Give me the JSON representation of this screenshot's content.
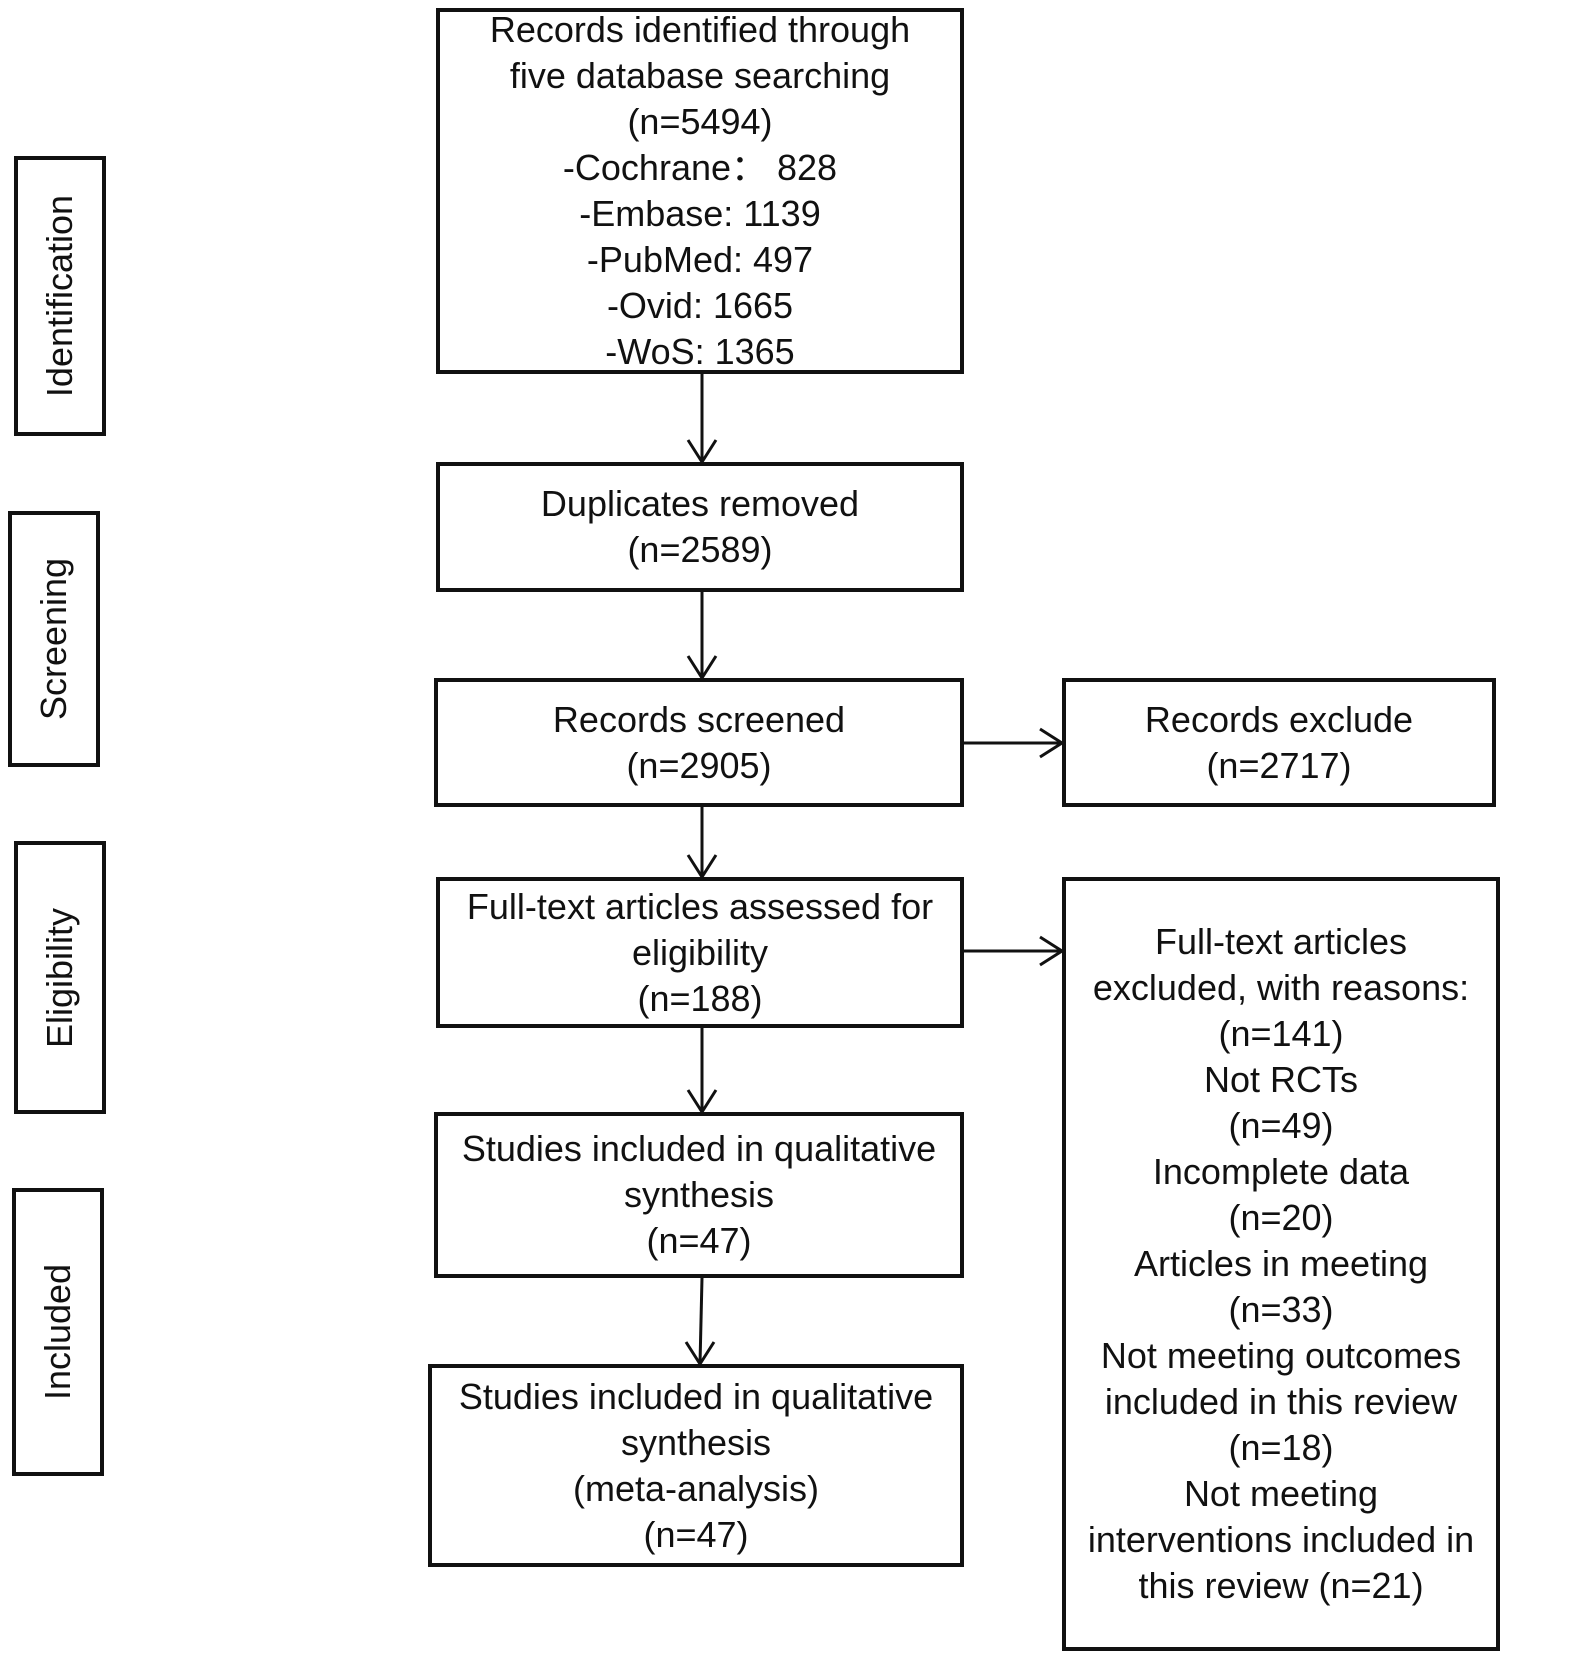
{
  "stages": {
    "identification": "Identification",
    "screening": "Screening",
    "eligibility": "Eligibility",
    "included": "Included"
  },
  "boxes": {
    "records_identified": {
      "lines": [
        "Records identified through",
        "five database searching",
        "(n=5494)",
        "-Cochrane： 828",
        "-Embase: 1139",
        "-PubMed: 497",
        "-Ovid: 1665",
        "-WoS: 1365"
      ]
    },
    "duplicates_removed": {
      "lines": [
        "Duplicates removed",
        "(n=2589)"
      ]
    },
    "records_screened": {
      "lines": [
        "Records screened",
        "(n=2905)"
      ]
    },
    "records_exclude": {
      "lines": [
        "Records exclude",
        "(n=2717)"
      ]
    },
    "fulltext_assessed": {
      "lines": [
        "Full-text articles assessed for",
        "eligibility",
        "(n=188)"
      ]
    },
    "fulltext_excluded": {
      "lines": [
        "Full-text articles",
        "excluded, with reasons:",
        "(n=141)",
        "Not RCTs",
        "(n=49)",
        "Incomplete data",
        "(n=20)",
        "Articles in meeting",
        "(n=33)",
        "Not meeting outcomes",
        "included in this review",
        "(n=18)",
        "Not meeting",
        "interventions included in",
        "this review (n=21)"
      ]
    },
    "qualitative_synthesis": {
      "lines": [
        "Studies included in qualitative",
        "synthesis",
        "(n=47)"
      ]
    },
    "meta_analysis": {
      "lines": [
        "Studies included in qualitative",
        "synthesis",
        "(meta-analysis)",
        "(n=47)"
      ]
    }
  },
  "style": {
    "line_color": "#111111",
    "background": "#ffffff"
  }
}
